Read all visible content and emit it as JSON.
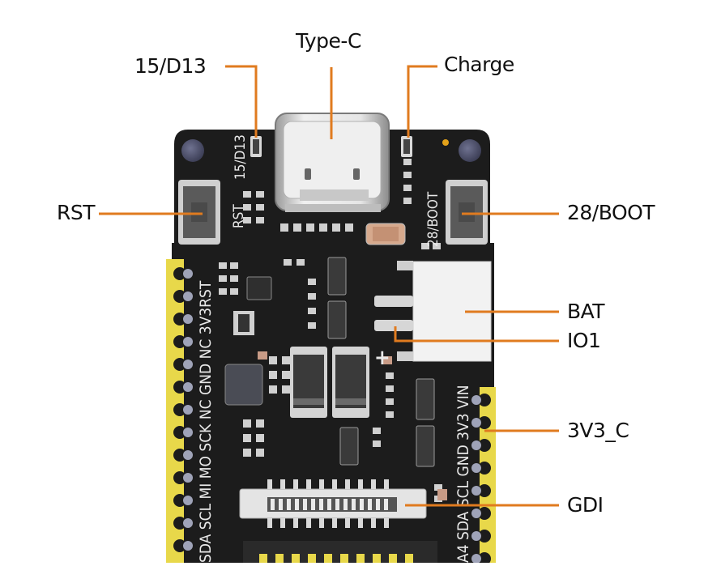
{
  "callouts": {
    "type_c": "Type-C",
    "d13": "15/D13",
    "charge": "Charge",
    "rst": "RST",
    "boot": "28/BOOT",
    "bat": "BAT",
    "io1": "IO1",
    "v3c": "3V3_C",
    "gdi": "GDI"
  },
  "silkscreen": {
    "d13": "15/D13",
    "rst": "RST",
    "boot": "28/BOOT",
    "plus": "+",
    "left_header": "SDA SCL MI MO SCK NC GND NC 3V3RST",
    "right_header": "A4 SDA SCL GND 3V3 VIN"
  },
  "colors": {
    "leader": "#e07b1f",
    "board": "#1c1c1c",
    "pad": "#e8d84a",
    "connector": "#d8d8d8",
    "silk": "#e9e9e9"
  }
}
